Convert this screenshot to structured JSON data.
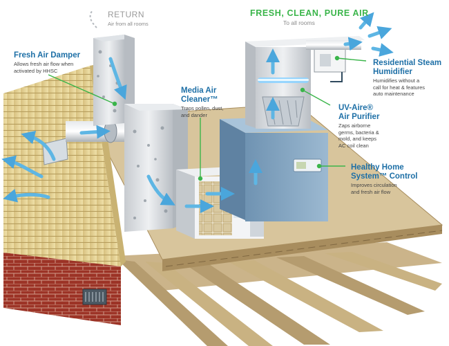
{
  "header": {
    "title": "FRESH, CLEAN, PURE AIR",
    "subtitle": "To all rooms"
  },
  "return_label": {
    "title": "RETURN",
    "subtitle": "Air from all rooms"
  },
  "callouts": [
    {
      "id": "fresh-air-damper",
      "title": "Fresh Air Damper",
      "desc": "Allows fresh air flow when\nactivated by HHSC"
    },
    {
      "id": "media-air-cleaner",
      "title": "Media Air\nCleaner™",
      "desc": "Traps pollen, dust,\nand dander"
    },
    {
      "id": "steam-humidifier",
      "title": "Residential Steam\nHumidifier",
      "desc": "Humidifies without a\ncall for heat & features\nauto maintenance"
    },
    {
      "id": "uv-purifier",
      "title": "UV-Aire®\nAir Purifier",
      "desc": "Zaps airborne\ngerms, bacteria &\nmold, and keeps\nAC coil clean"
    },
    {
      "id": "home-control",
      "title": "Healthy Home\nSystem™ Control",
      "desc": "Improves circulation\nand fresh air flow"
    }
  ],
  "colors": {
    "accent_green": "#3ab54a",
    "title_blue": "#1d6fa6",
    "airflow_blue": "#5eb6e4",
    "furnace_blue": "#7b9fbd",
    "siding": "#e9d79c",
    "brick": "#a3392c",
    "subfloor": "#d6c29a"
  }
}
